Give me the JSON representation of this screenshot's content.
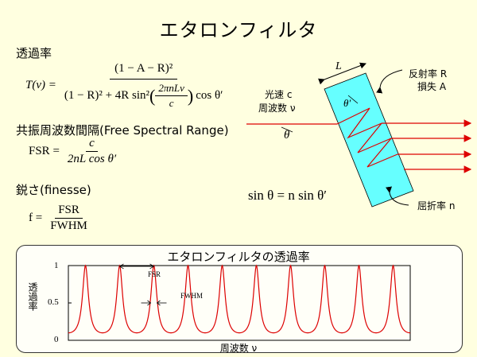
{
  "title": "エタロンフィルタ",
  "transmittance": {
    "heading": "透過率",
    "lhs": "T(ν) =",
    "numerator": "(1 − A − R)²",
    "denominator_left": "(1 − R)² + 4R sin²",
    "inner_num": "2πnLν",
    "inner_den": "c",
    "denominator_right": "cos θ′"
  },
  "fsr": {
    "heading": "共振周波数間隔(Free Spectral Range)",
    "lhs": "FSR =",
    "num": "c",
    "den": "2nL cos θ′"
  },
  "finesse": {
    "heading": "鋭さ(finesse)",
    "lhs": "f =",
    "num": "FSR",
    "den": "FWHM"
  },
  "diagram": {
    "reflect_label": "反射率 R",
    "loss_label": "損失 A",
    "light_speed_label": "光速 c",
    "freq_label": "周波数 ν",
    "length_label": "L",
    "theta_prime_label": "θ′",
    "theta_label": "θ",
    "refractive_label": "屈折率 n",
    "snell": "sin θ = n sin θ′"
  },
  "chart_data": {
    "type": "line",
    "title": "エタロンフィルタの透過率",
    "xlabel": "周波数 ν",
    "ylabel": "透過率",
    "ytick_labels": [
      "1",
      "0.5",
      "0"
    ],
    "ylim": [
      0,
      1
    ],
    "xlim": [
      0,
      10
    ],
    "grid": false,
    "peak_positions": [
      0.5,
      1.5,
      2.5,
      3.5,
      4.5,
      5.5,
      6.5,
      7.5,
      8.5,
      9.5
    ],
    "peak_value": 1.0,
    "min_value": 0.1,
    "annotations": [
      "FSR",
      "FWHM"
    ],
    "series": [
      {
        "color": "#dd0000"
      }
    ]
  }
}
